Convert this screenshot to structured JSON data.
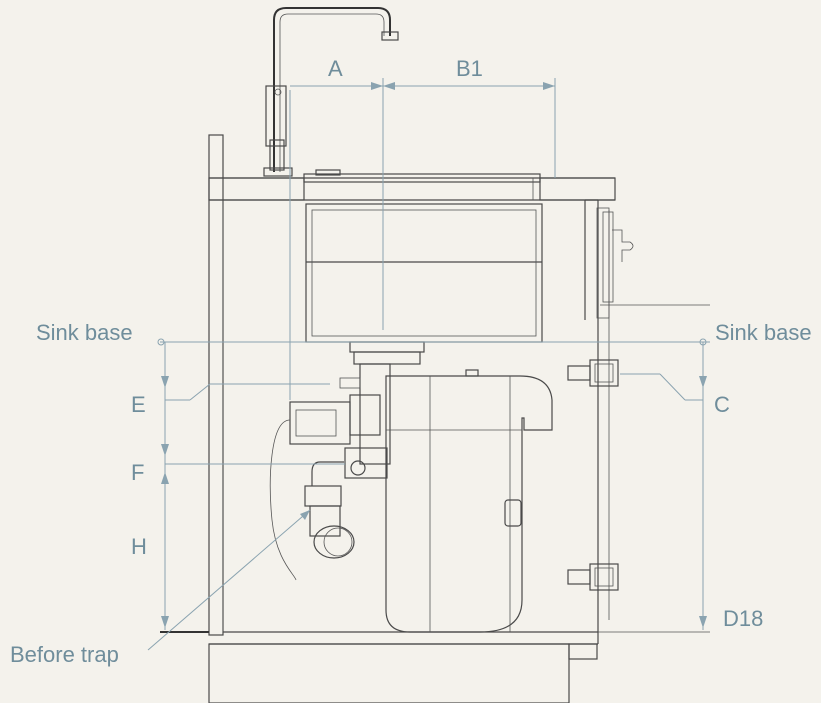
{
  "labels": {
    "a": "A",
    "b1": "B1",
    "sink_base_left": "Sink base",
    "sink_base_right": "Sink base",
    "e": "E",
    "f": "F",
    "h": "H",
    "c": "C",
    "d18": "D18",
    "before_trap": "Before trap"
  },
  "colors": {
    "background": "#f4f2ec",
    "line": "#4a4a4a",
    "dimension": "#8aa3b0",
    "label": "#6f8d9b"
  }
}
